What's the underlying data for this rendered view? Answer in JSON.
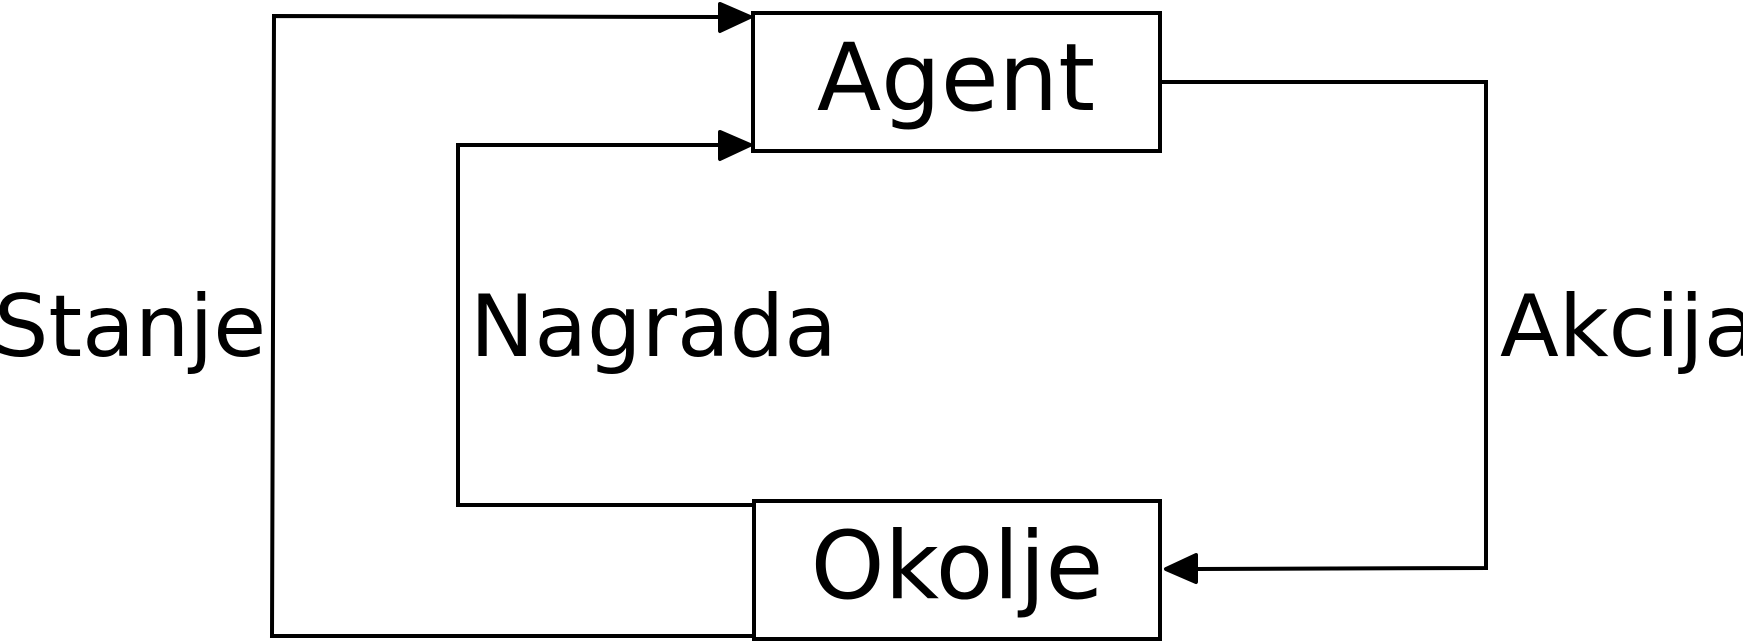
{
  "diagram": {
    "nodes": {
      "agent": {
        "label": "Agent"
      },
      "environment": {
        "label": "Okolje"
      }
    },
    "edges": {
      "state": {
        "label": "Stanje",
        "from": "Okolje",
        "to": "Agent"
      },
      "reward": {
        "label": "Nagrada",
        "from": "Okolje",
        "to": "Agent"
      },
      "action": {
        "label": "Akcija",
        "from": "Agent",
        "to": "Okolje"
      }
    },
    "colors": {
      "stroke": "#000000",
      "background": "#ffffff"
    }
  }
}
